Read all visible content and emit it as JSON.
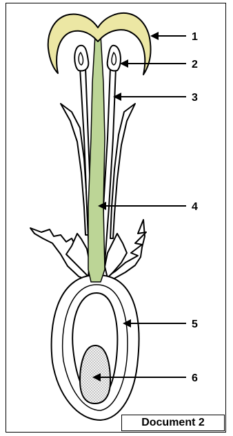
{
  "document_label": "Document 2",
  "callouts": [
    {
      "number": "1"
    },
    {
      "number": "2"
    },
    {
      "number": "3"
    },
    {
      "number": "4"
    },
    {
      "number": "5"
    },
    {
      "number": "6"
    }
  ],
  "colors": {
    "stigma": "#ece7a4",
    "style": "#bcd596",
    "ovule_dots": "#d9d9d9",
    "outline": "#000000"
  }
}
